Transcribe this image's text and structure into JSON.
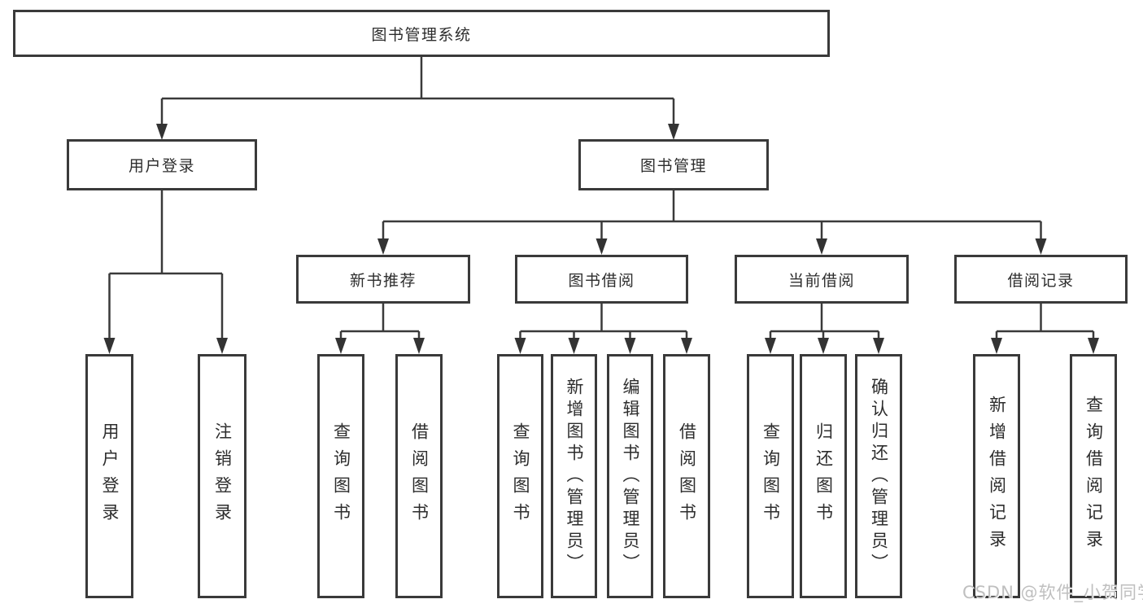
{
  "colors": {
    "line": "#3a3a3a",
    "text": "#2d2d2d",
    "watermark": "#bfbfbf",
    "background": "#ffffff"
  },
  "watermark": {
    "text": "CSDN @软件_小贺同学"
  },
  "tree": {
    "root": {
      "label": "图书管理系统",
      "children": [
        {
          "label": "用户登录",
          "children": [
            {
              "label": "用户登录"
            },
            {
              "label": "注销登录"
            }
          ]
        },
        {
          "label": "图书管理",
          "children": [
            {
              "label": "新书推荐",
              "children": [
                {
                  "label": "查询图书"
                },
                {
                  "label": "借阅图书"
                }
              ]
            },
            {
              "label": "图书借阅",
              "children": [
                {
                  "label": "查询图书"
                },
                {
                  "label": "新增图书（管理员）"
                },
                {
                  "label": "编辑图书（管理员）"
                },
                {
                  "label": "借阅图书"
                }
              ]
            },
            {
              "label": "当前借阅",
              "children": [
                {
                  "label": "查询图书"
                },
                {
                  "label": "归还图书"
                },
                {
                  "label": "确认归还（管理员）"
                }
              ]
            },
            {
              "label": "借阅记录",
              "children": [
                {
                  "label": "新增借阅记录"
                },
                {
                  "label": "查询借阅记录"
                }
              ]
            }
          ]
        }
      ]
    }
  }
}
